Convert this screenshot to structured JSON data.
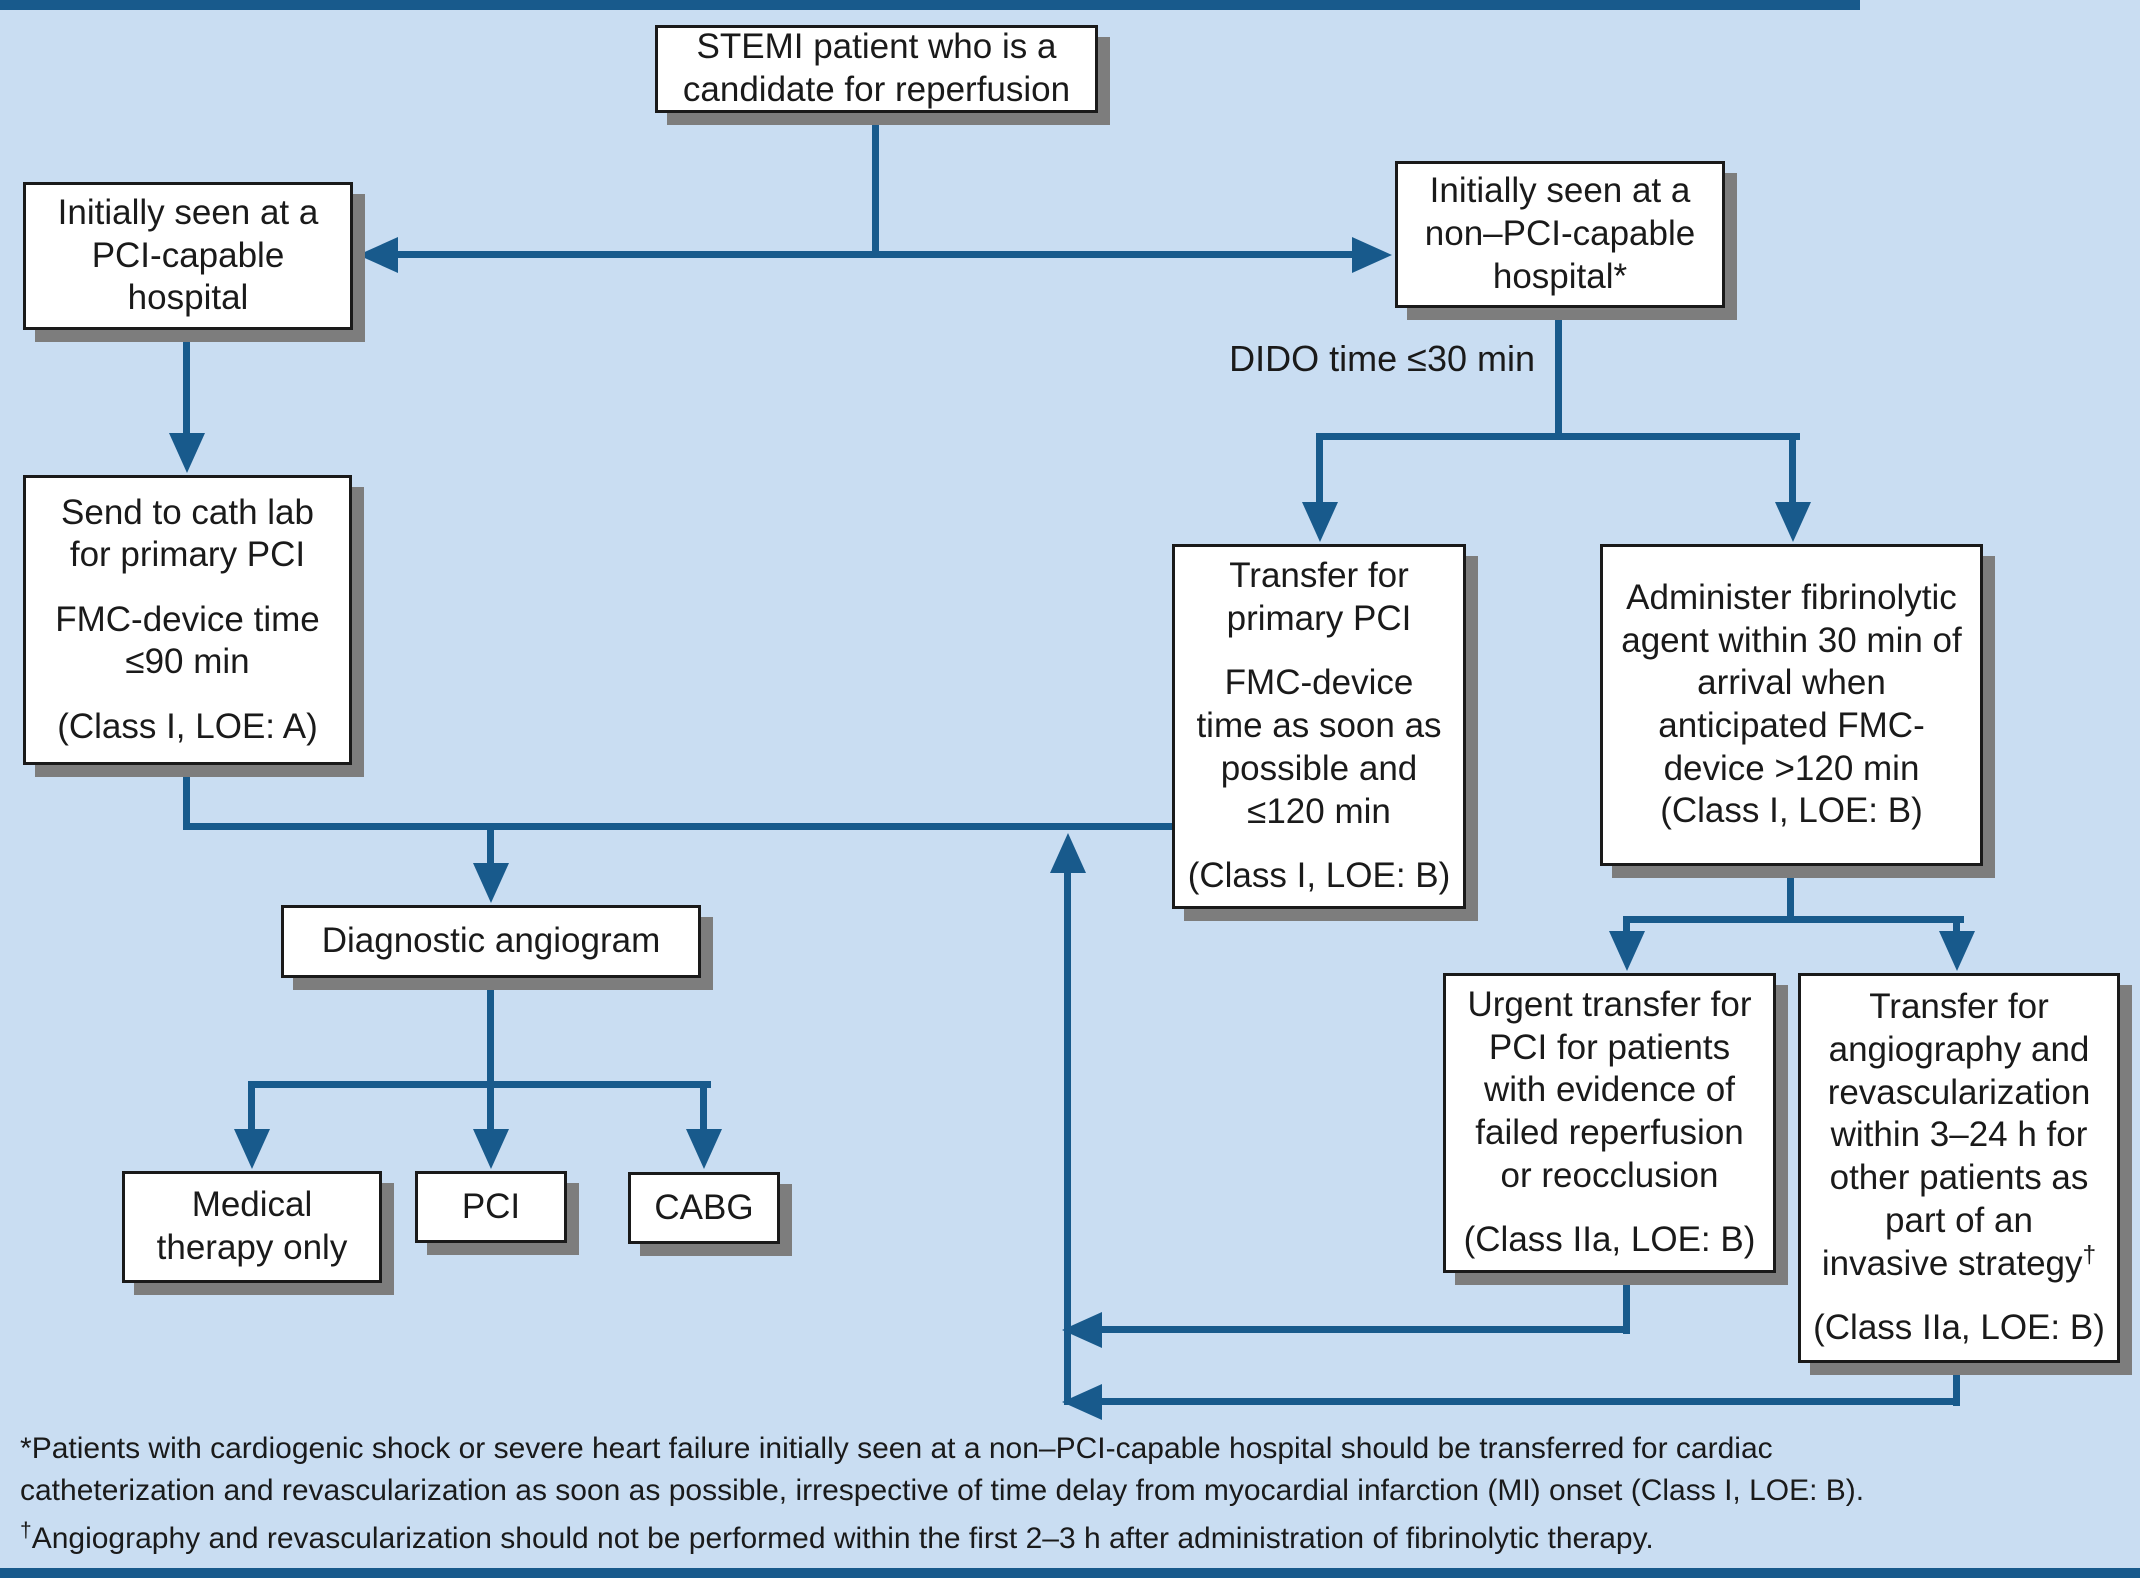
{
  "colors": {
    "background": "#c9ddf2",
    "line": "#185a8c",
    "box_border": "#1a1a1a",
    "box_shadow": "#7d7d7d",
    "text": "#1a1a1a",
    "box_fill": "#ffffff"
  },
  "labels": {
    "dido": "DIDO time ≤30 min"
  },
  "nodes": {
    "stemi": {
      "text": "STEMI patient who is a\ncandidate for reperfusion"
    },
    "pci_capable": {
      "text": "Initially seen at a\nPCI-capable\nhospital"
    },
    "non_pci_capable": {
      "text": "Initially seen at a\nnon–PCI-capable\nhospital*"
    },
    "send_cath_lab": {
      "lines": [
        "Send to cath lab\nfor primary PCI",
        "FMC-device time\n≤90 min",
        "(Class I, LOE: A)"
      ]
    },
    "transfer_primary_pci": {
      "lines": [
        "Transfer for\nprimary PCI",
        "FMC-device\ntime as soon as\npossible and\n≤120 min",
        "(Class I, LOE: B)"
      ]
    },
    "administer_fibrinolytic": {
      "lines": [
        "Administer fibrinolytic\nagent within 30 min of\narrival when\nanticipated FMC-\ndevice >120 min\n(Class I, LOE: B)"
      ]
    },
    "diagnostic_angiogram": {
      "text": "Diagnostic angiogram"
    },
    "medical_therapy": {
      "text": "Medical\ntherapy only"
    },
    "pci": {
      "text": "PCI"
    },
    "cabg": {
      "text": "CABG"
    },
    "urgent_transfer": {
      "lines": [
        "Urgent transfer for\nPCI for patients\nwith evidence of\nfailed reperfusion\nor reocclusion",
        "(Class IIa, LOE: B)"
      ]
    },
    "transfer_angiography": {
      "line1": "Transfer for\nangiography and\nrevascularization\nwithin 3–24 h for\nother patients as\npart of an\ninvasive strategy",
      "sup": "†",
      "line2": "(Class IIa, LOE: B)"
    }
  },
  "footnotes": [
    {
      "marker": "*",
      "text": "Patients with cardiogenic shock or severe heart failure initially seen at a non–PCI-capable hospital should be transferred for cardiac\ncatheterization and revascularization as soon as possible, irrespective of time delay from myocardial infarction (MI) onset (Class I, LOE: B)."
    },
    {
      "marker": "†",
      "text": "Angiography and revascularization should not be performed within the first 2–3 h after administration of fibrinolytic therapy."
    }
  ]
}
